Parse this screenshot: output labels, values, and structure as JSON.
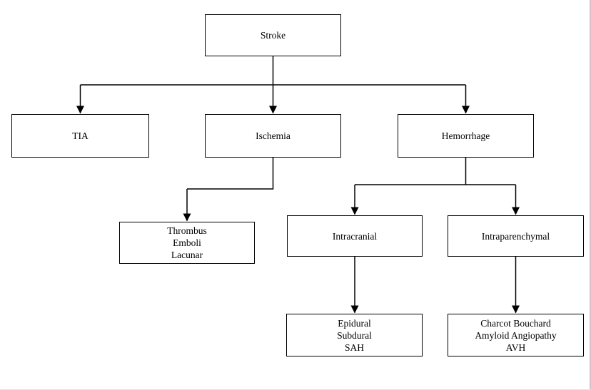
{
  "page": {
    "background": "#ffffff",
    "page_edge_color": "#c9c9c9"
  },
  "diagram": {
    "type": "flowchart",
    "topic": "Stroke classification",
    "colors": {
      "line": "#000000",
      "box_border": "#000000",
      "box_fill": "#ffffff",
      "text": "#000000"
    },
    "nodes": {
      "stroke": {
        "label": "Stroke"
      },
      "tia": {
        "label": "TIA"
      },
      "ischemia": {
        "label": "Ischemia"
      },
      "hemorrhage": {
        "label": "Hemorrhage"
      },
      "ischemia_subtypes": {
        "label": "Thrombus\nEmboli\nLacunar"
      },
      "intracranial": {
        "label": "Intracranial"
      },
      "intraparenchymal": {
        "label": "Intraparenchymal"
      },
      "intracranial_subtypes": {
        "label": "Epidural\nSubdural\nSAH"
      },
      "intraparenchymal_subtypes": {
        "label": "Charcot Bouchard\nAmyloid Angiopathy\nAVH"
      }
    },
    "edges": [
      {
        "from": "stroke",
        "to": "tia"
      },
      {
        "from": "stroke",
        "to": "ischemia"
      },
      {
        "from": "stroke",
        "to": "hemorrhage"
      },
      {
        "from": "ischemia",
        "to": "ischemia_subtypes"
      },
      {
        "from": "hemorrhage",
        "to": "intracranial"
      },
      {
        "from": "hemorrhage",
        "to": "intraparenchymal"
      },
      {
        "from": "intracranial",
        "to": "intracranial_subtypes"
      },
      {
        "from": "intraparenchymal",
        "to": "intraparenchymal_subtypes"
      }
    ]
  }
}
